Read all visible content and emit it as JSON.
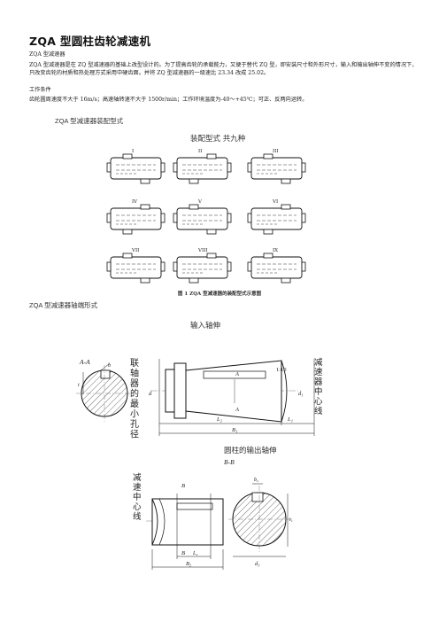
{
  "document": {
    "title": "ZQA 型圆柱齿轮减速机",
    "subtitle": "ZQA 型减速器",
    "body": "ZQA 型减速器是在 ZQ 型减速器的基础上改型设计的。为了提高齿轮的承载能力，又便于替代 ZQ 型，即安装尺寸和外形尺寸，输入和输出轴伸不变的情况下，只改变齿轮的材质和热处理方式采用中硬齿面。并将 ZQ 型减速器的一级速比 23.34 改成 25.02。",
    "conditions_heading": "工作条件",
    "conditions_body": "齿轮圆周速度不大于 16m/s；高速轴转速不大于 1500r/min；工作环境温度为-40～+45℃；可正、反两向运转。"
  },
  "figure1": {
    "heading": "ZQA 型减速器装配型式",
    "title": "装配型式 共九种",
    "labels": [
      "I",
      "II",
      "III",
      "IV",
      "V",
      "VI",
      "VII",
      "VIII",
      "IX"
    ],
    "caption": "图 1 ZQA 型减速器的装配型式示意图"
  },
  "figure2": {
    "heading": "ZQA 型减速器轴端形式",
    "input_title": "输入轴伸",
    "output_title": "圆柱的输出轴伸",
    "section_aa": "A-A",
    "section_bb": "B-B",
    "coupling_label": "联轴器的最小孔径",
    "center_label_in": "减速器中心线",
    "center_label_out": "减速中心线",
    "taper": "1:10",
    "dims": {
      "b": "b",
      "t": "t",
      "d": "d",
      "d1": "d₁",
      "l2": "L₂",
      "l1": "L₁",
      "b1": "B₁",
      "a": "A",
      "b_cap": "B",
      "b2": "b₂",
      "t1": "t₁",
      "l4": "L₄",
      "b2cap": "B₂",
      "d3": "d₃"
    }
  }
}
